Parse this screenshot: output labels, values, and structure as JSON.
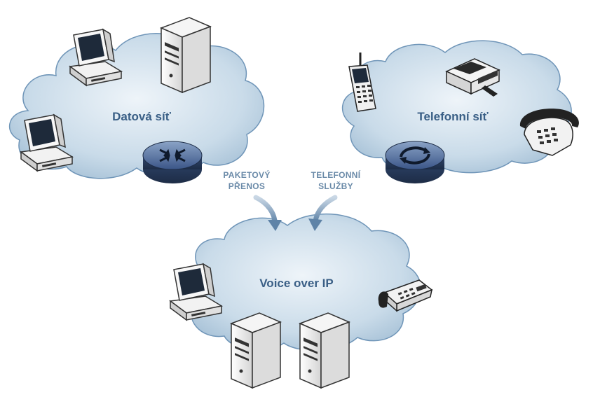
{
  "diagram": {
    "clouds": {
      "data": {
        "label": "Datová síť"
      },
      "phone": {
        "label": "Telefonní síť"
      },
      "voip": {
        "label": "Voice over IP"
      }
    },
    "arrows": {
      "packet": {
        "line1": "PAKETOVÝ",
        "line2": "PŘENOS"
      },
      "telephony": {
        "line1": "TELEFONNÍ",
        "line2": "SLUŽBY"
      }
    }
  }
}
